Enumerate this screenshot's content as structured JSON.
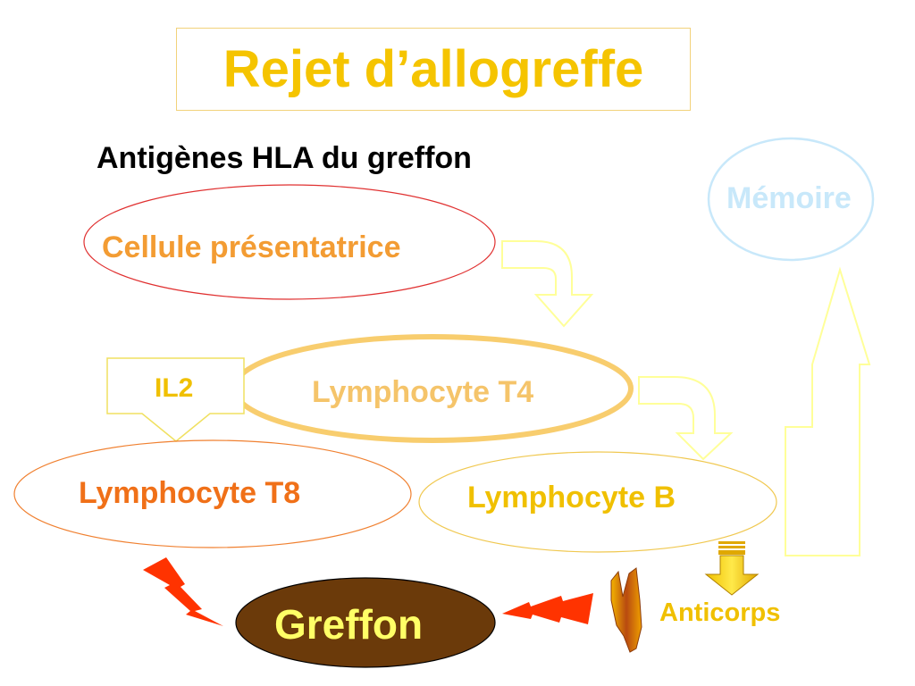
{
  "title": "Rejet d’allogreffe",
  "subtitle": "Antigènes HLA du greffon",
  "nodes": {
    "apc": "Cellule présentatrice",
    "t4": "Lymphocyte T4",
    "t8": "Lymphocyte T8",
    "b": "Lymphocyte B",
    "graft": "Greffon",
    "memory": "Mémoire",
    "il2": "IL2",
    "antibodies": "Anticorps"
  },
  "colors": {
    "title": "#f5c400",
    "apc_text": "#f39c33",
    "apc_border": "#e03030",
    "t4_text": "#f5c46a",
    "t4_border": "#f8cd6e",
    "t8_text": "#f07018",
    "t8_border": "#f08030",
    "b_text": "#f0c000",
    "b_border": "#f0c850",
    "graft_fill": "#6b3a0a",
    "graft_text": "#ffff66",
    "memory": "#c8e8fa",
    "arrow_yellow": "#ffff99",
    "lightning": "#ff3300"
  }
}
